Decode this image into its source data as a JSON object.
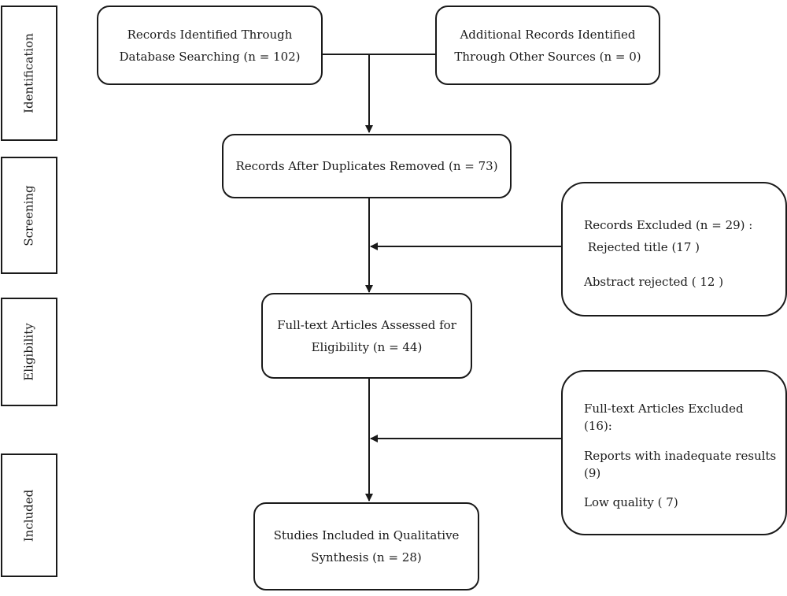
{
  "stages": [
    {
      "id": "identification",
      "label": "Identification"
    },
    {
      "id": "screening",
      "label": "Screening"
    },
    {
      "id": "eligibility",
      "label": "Eligibility"
    },
    {
      "id": "included",
      "label": "Included"
    }
  ],
  "boxes": {
    "database_records": {
      "line1": "Records Identified Through",
      "line2": "Database Searching (n = 102)"
    },
    "other_sources": {
      "line1": "Additional Records Identified",
      "line2": "Through Other Sources (n = 0)"
    },
    "after_duplicates": {
      "line1": "Records After Duplicates Removed (n = 73)"
    },
    "records_excluded": {
      "line1": "Records Excluded (n = 29) :",
      "line2": " Rejected title (17 )",
      "line3": "Abstract rejected ( 12 )"
    },
    "full_text_assessed": {
      "line1": "Full-text Articles Assessed for",
      "line2": "Eligibility (n = 44)"
    },
    "full_text_excluded": {
      "line1": "Full-text Articles Excluded",
      "line2": "(16):",
      "line3": "Reports with inadequate results",
      "line4": "(9)",
      "line5": "Low quality ( 7)"
    },
    "included_studies": {
      "line1": "Studies Included in Qualitative",
      "line2": "Synthesis (n = 28)"
    }
  },
  "colors": {
    "stroke": "#1a1a1a",
    "background": "#ffffff"
  }
}
